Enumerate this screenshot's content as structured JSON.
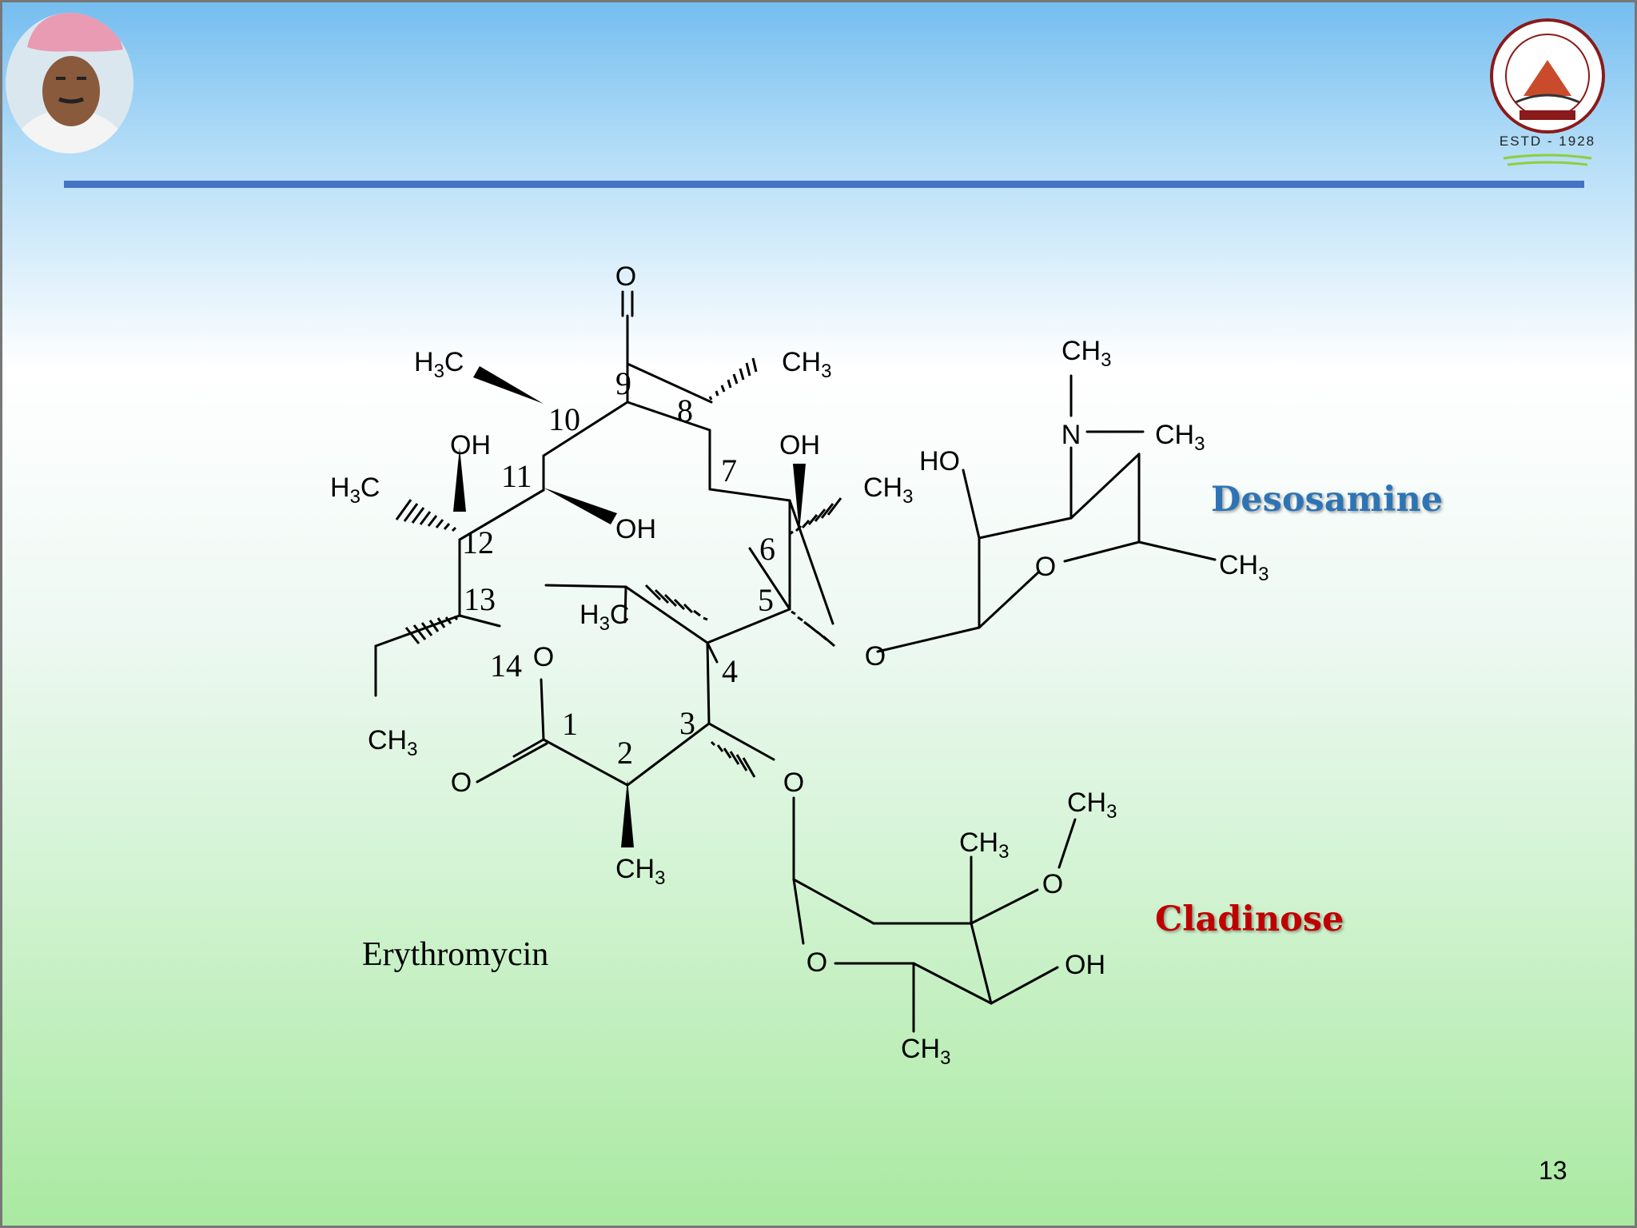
{
  "slide": {
    "page_number": "13",
    "caption": "Erythromycin",
    "sugar_labels": {
      "desosamine": "Desosamine",
      "cladinose": "Cladinose"
    },
    "logo": {
      "estd": "ESTD - 1928"
    },
    "colors": {
      "rule": "#4472c4",
      "desosamine": "#2e74b5",
      "cladinose": "#c00000"
    }
  },
  "locants": [
    "1",
    "2",
    "3",
    "4",
    "5",
    "6",
    "7",
    "8",
    "9",
    "10",
    "11",
    "12",
    "13",
    "14"
  ],
  "atoms": {
    "o": "O",
    "oh": "OH",
    "ho": "HO",
    "n": "N",
    "ch": "CH",
    "hc": "H",
    "c": "C",
    "three": "3"
  }
}
